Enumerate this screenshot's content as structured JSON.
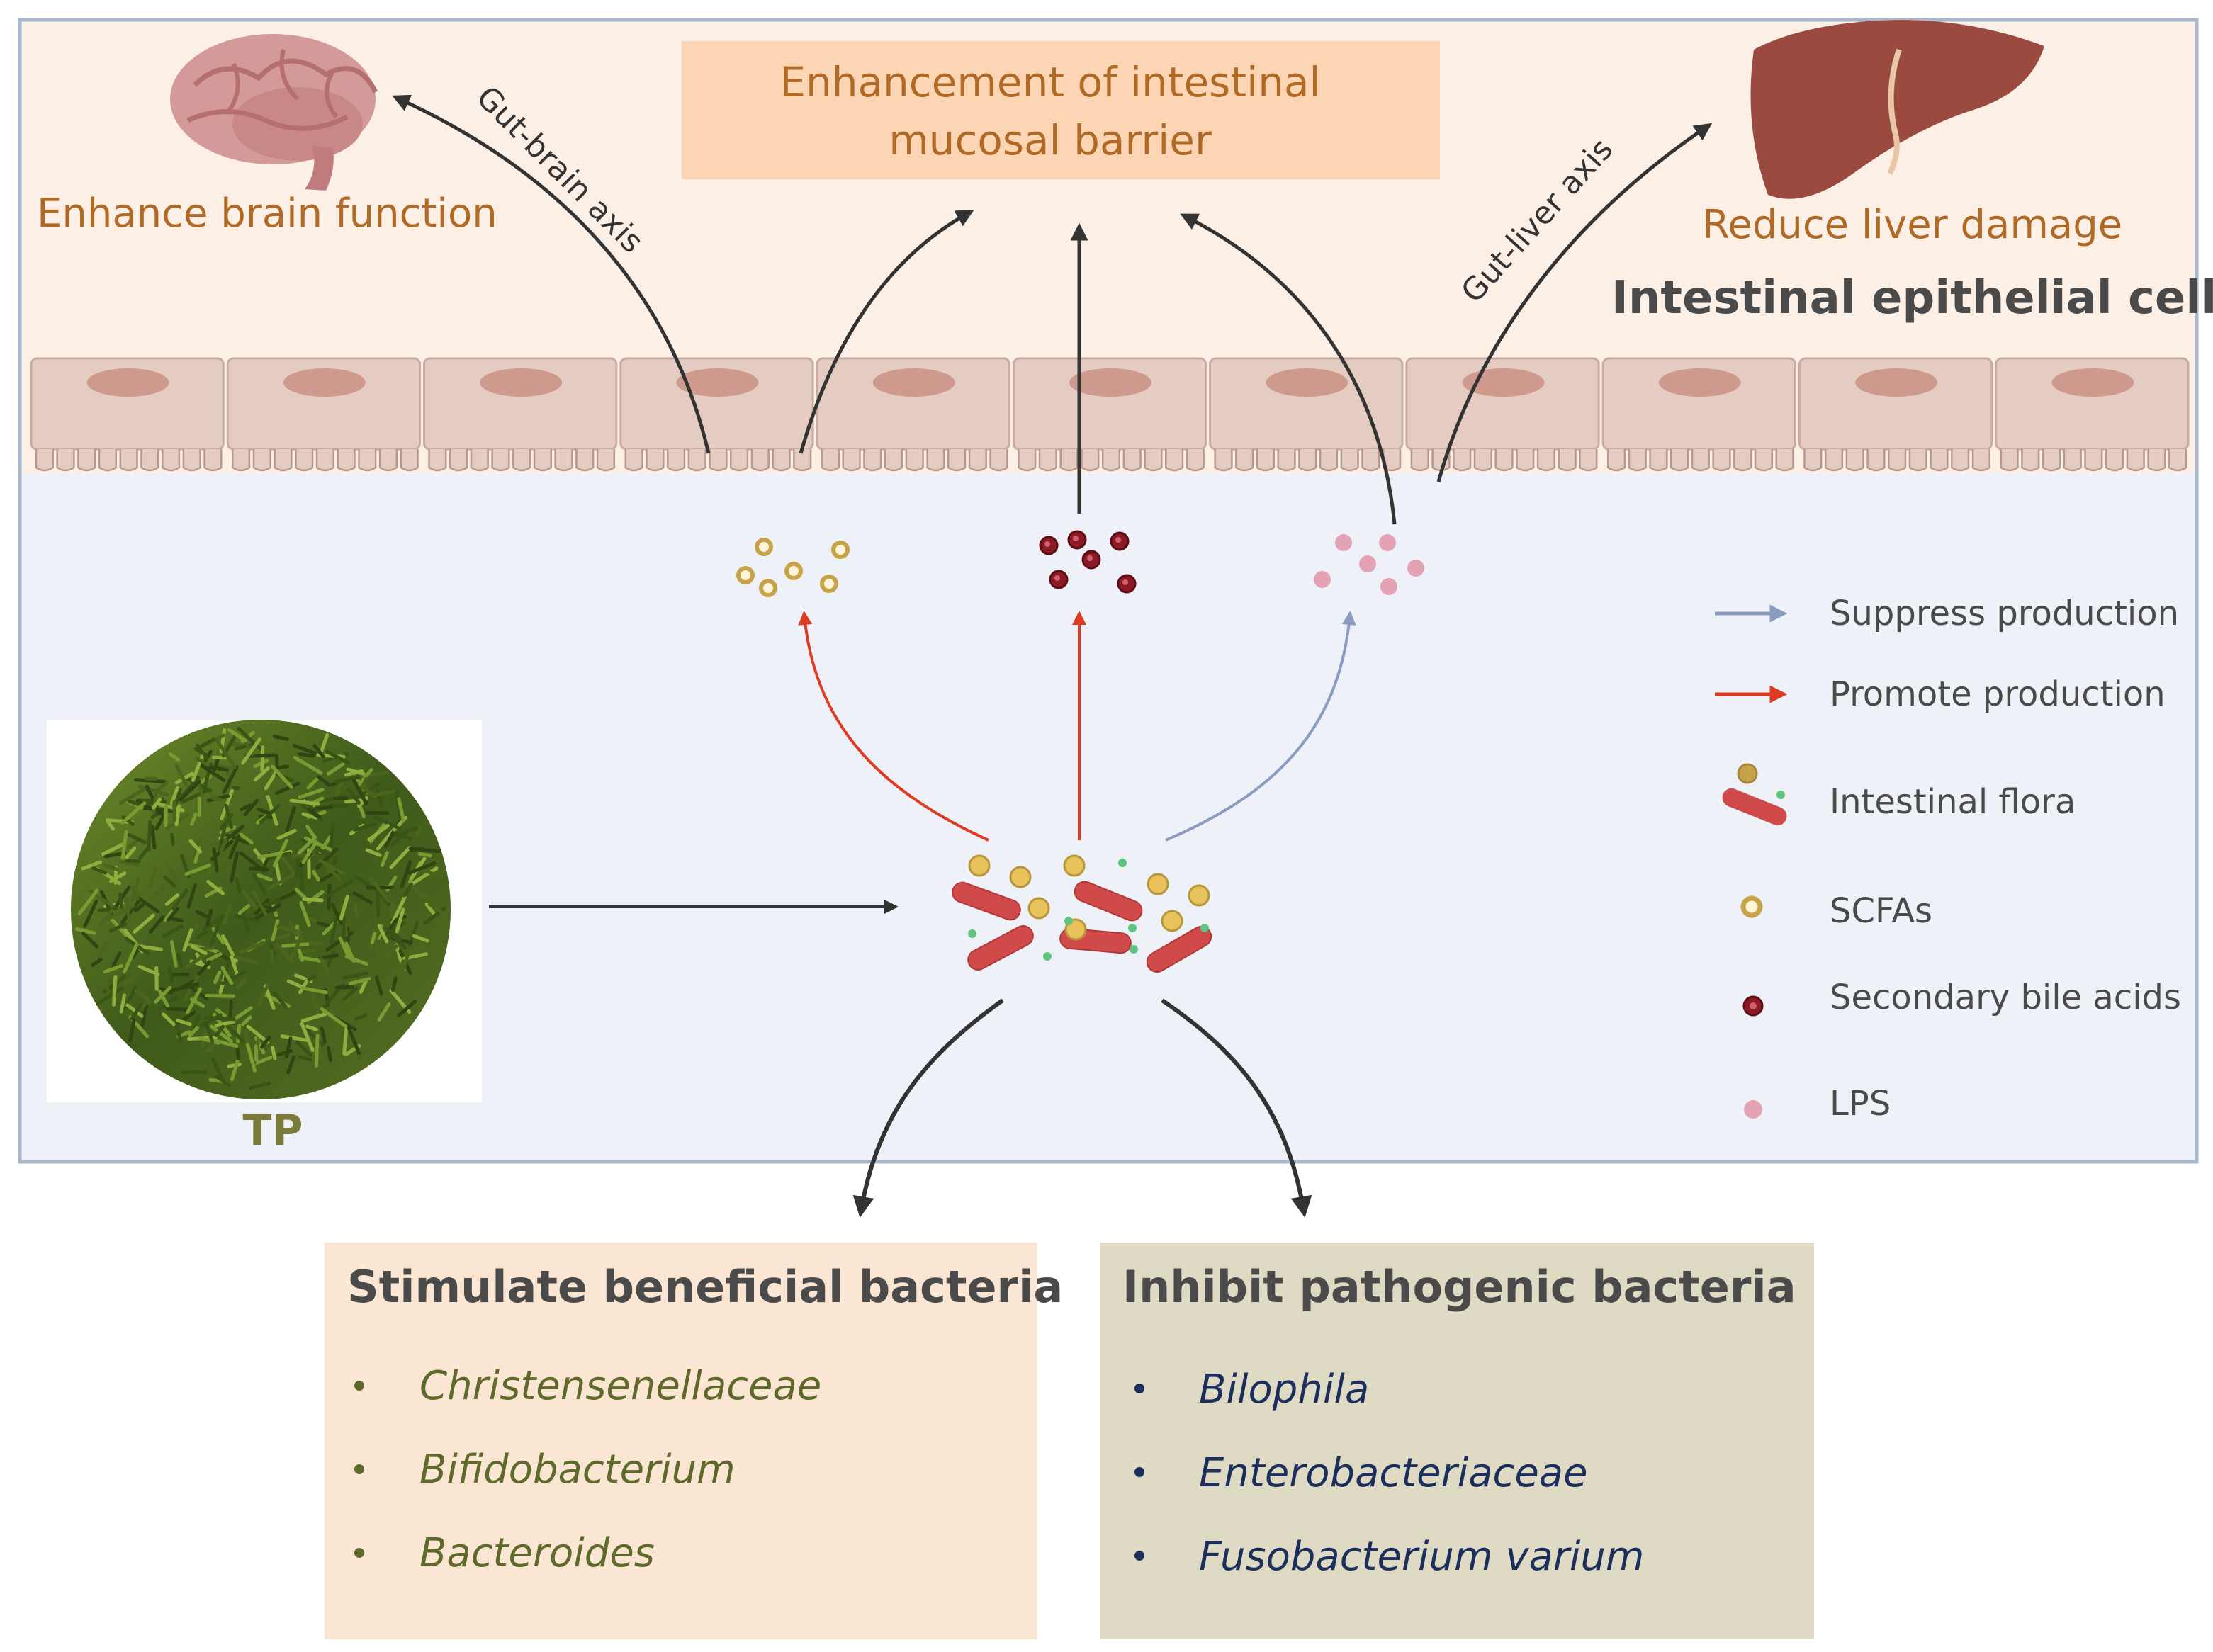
{
  "header_box": {
    "line1": "Enhancement of intestinal",
    "line2": "mucosal barrier"
  },
  "brain_label": "Enhance brain function",
  "liver_label": "Reduce liver damage",
  "gut_brain_label": "Gut-brain axis",
  "gut_liver_label": "Gut-liver axis",
  "epithelium_label": "Intestinal epithelial cells",
  "tp_label": "TP",
  "legend": {
    "suppress": "Suppress production",
    "promote": "Promote production",
    "flora": "Intestinal flora",
    "scfas": "SCFAs",
    "bile": "Secondary bile acids",
    "lps": "LPS"
  },
  "beneficial": {
    "title": "Stimulate beneficial bacteria",
    "items": [
      "Christensenellaceae",
      "Bifidobacterium",
      "Bacteroides"
    ]
  },
  "pathogenic": {
    "title": "Inhibit pathogenic bacteria",
    "items": [
      "Bilophila",
      "Enterobacteriaceae",
      "Fusobacterium varium"
    ]
  },
  "colors": {
    "panel_top": "#fcefe6",
    "panel_lumen": "#eef2f8",
    "panel_border": "#a9b6cc",
    "header_box": "#fcd6b4",
    "orange_text": "#b06a26",
    "cell_fill": "#e4ccc2",
    "nucleus": "#cf9a8e",
    "promote_arrow": "#e03a22",
    "suppress_arrow": "#8a9cc0",
    "bacteria": "#d04a4a",
    "scfa": "#c8a248",
    "bile": "#8b1a24",
    "lps": "#e3a3b4",
    "beneficial_box": "#fbe5d3",
    "beneficial_text": "#5e6a2c",
    "pathogenic_box": "#dedac3",
    "pathogenic_text": "#1c2f5c"
  }
}
